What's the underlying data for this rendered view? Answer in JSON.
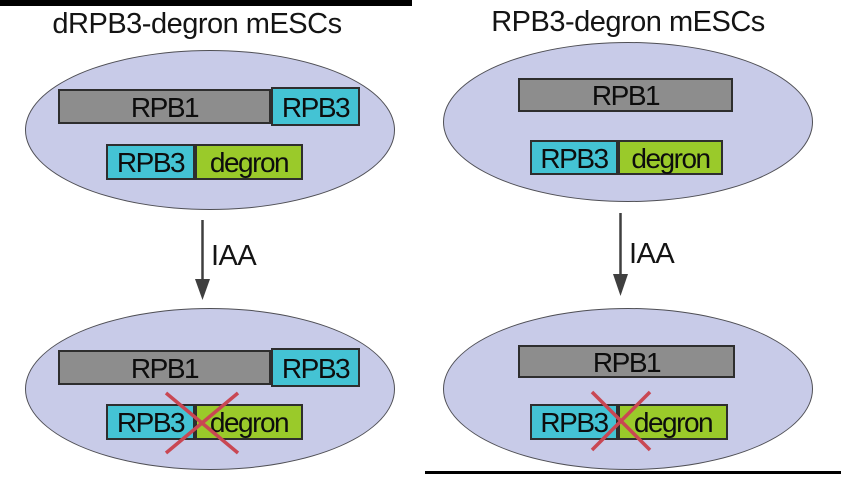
{
  "colors": {
    "cell_fill": "#c8cbe8",
    "cell_border": "#4f4f55",
    "rpb1_fill": "#8d8d8d",
    "rpb3_fill": "#44c3d4",
    "degron_fill": "#9aca2a",
    "cross_color": "#c94753",
    "arrow_color": "#3f3f3f",
    "divider_color": "#000000"
  },
  "left_panel": {
    "title": "dRPB3-degron mESCs",
    "arrow_label": "IAA",
    "top_cell": {
      "rpb1_label": "RPB1",
      "rpb3_fused_label": "RPB3",
      "rpb3_label": "RPB3",
      "degron_label": "degron"
    },
    "bottom_cell": {
      "rpb1_label": "RPB1",
      "rpb3_fused_label": "RPB3",
      "rpb3_label": "RPB3",
      "degron_label": "degron"
    }
  },
  "right_panel": {
    "title": "RPB3-degron mESCs",
    "arrow_label": "IAA",
    "top_cell": {
      "rpb1_label": "RPB1",
      "rpb3_label": "RPB3",
      "degron_label": "degron"
    },
    "bottom_cell": {
      "rpb1_label": "RPB1",
      "rpb3_label": "RPB3",
      "degron_label": "degron"
    }
  }
}
